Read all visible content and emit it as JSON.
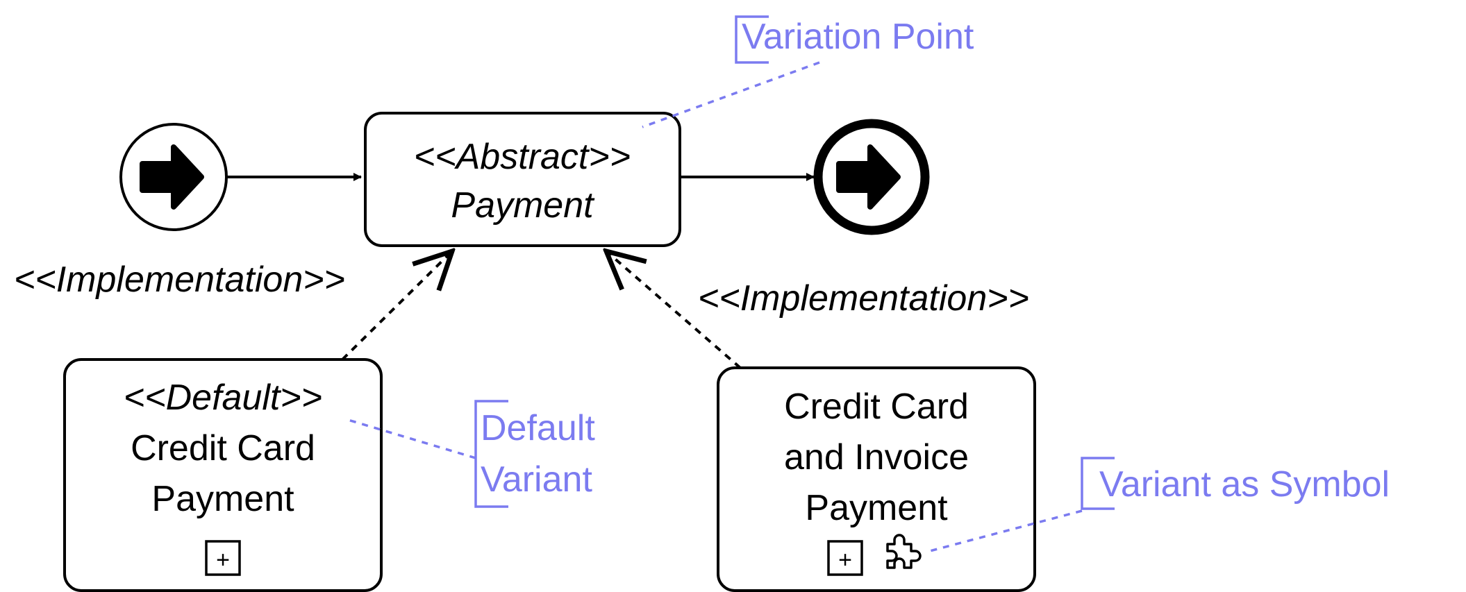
{
  "colors": {
    "stroke": "#000000",
    "annotation": "#7b7bf0",
    "background": "#ffffff"
  },
  "abstract_task": {
    "stereotype": "<<Abstract>>",
    "name": "Payment"
  },
  "default_task": {
    "stereotype": "<<Default>>",
    "line1": "Credit Card",
    "line2": "Payment",
    "marker": "+"
  },
  "variant_task": {
    "line1": "Credit Card",
    "line2": "and Invoice",
    "line3": "Payment",
    "marker": "+",
    "symbol": "puzzle-icon"
  },
  "relations": {
    "left_label": "<<Implementation>>",
    "right_label": "<<Implementation>>"
  },
  "annotations": {
    "variation_point": "Variation Point",
    "default_variant_line1": "Default",
    "default_variant_line2": "Variant",
    "variant_symbol": "Variant as Symbol"
  },
  "events": {
    "start": "start-event-arrow-icon",
    "end": "end-event-arrow-icon"
  }
}
